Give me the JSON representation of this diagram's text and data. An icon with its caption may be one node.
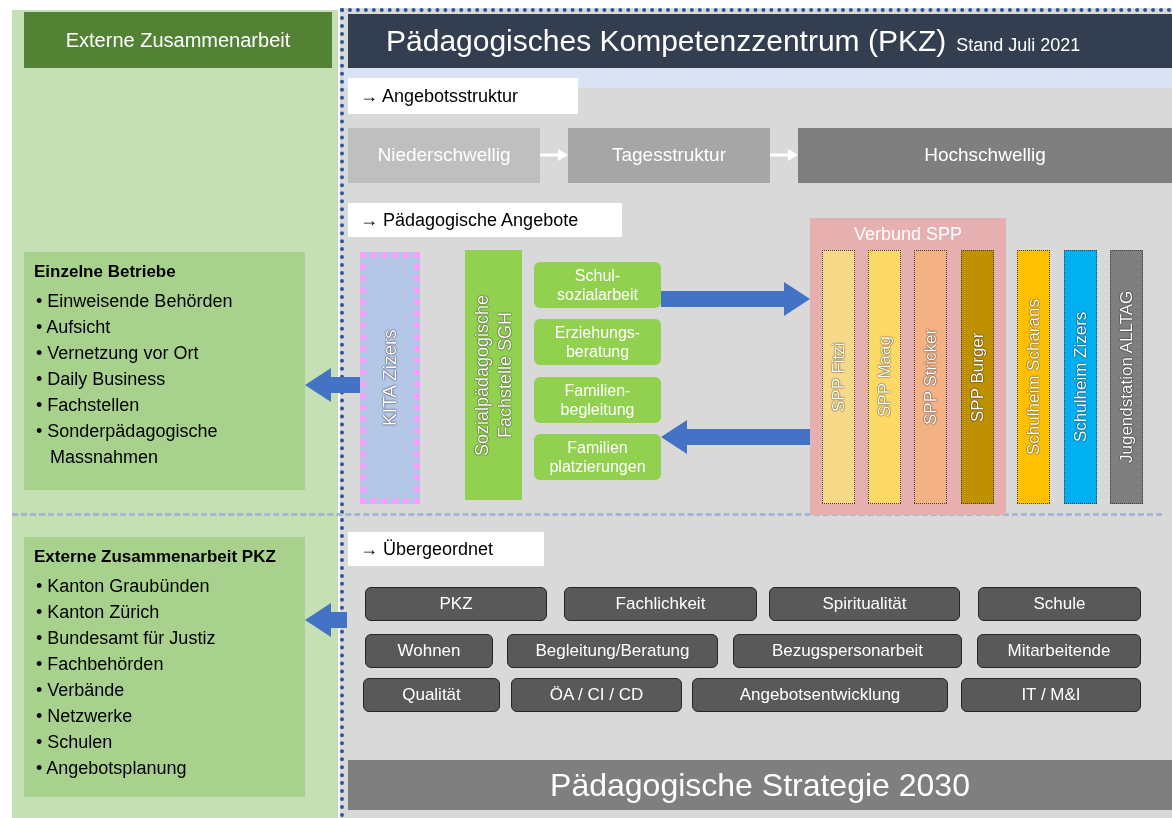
{
  "diagram": {
    "nodes": [
      {
        "text": [
          "Externe Zusammenarbeit"
        ]
      },
      {
        "text": [
          "Pädagogisches Kompetenzzentrum (PKZ)",
          "Stand Juli 2021"
        ]
      },
      {
        "text": [
          "→ Angebotsstruktur"
        ]
      },
      {
        "text": [
          "Niederschwellig"
        ]
      },
      {
        "text": [
          "Tagesstruktur"
        ]
      },
      {
        "text": [
          "Hochschwellig"
        ]
      },
      {
        "text": [
          "→ Pädagogische Angebote"
        ]
      },
      {
        "text": [
          "Einzelne Betriebe",
          "• Einweisende Behörden",
          "• Aufsicht",
          "• Vernetzung vor Ort",
          "• Daily Business",
          "• Fachstellen",
          "• Sonderpädagogische Massnahmen"
        ]
      },
      {
        "text": [
          "KITA Zizers"
        ]
      },
      {
        "text": [
          "Sozialpädagogische Fachstelle SGH"
        ]
      },
      {
        "text": [
          "Schul- sozialarbeit"
        ]
      },
      {
        "text": [
          "Erziehungs- beratung"
        ]
      },
      {
        "text": [
          "Familien- begleitung"
        ]
      },
      {
        "text": [
          "Familien platzierungen"
        ]
      },
      {
        "text": [
          "Verbund SPP"
        ]
      },
      {
        "text": [
          "SPP Fitzi"
        ],
        "in": 14
      },
      {
        "text": [
          "SPP Maag"
        ],
        "in": 14
      },
      {
        "text": [
          "SPP Stricker"
        ],
        "in": 14
      },
      {
        "text": [
          "SPP Burger"
        ],
        "in": 14
      },
      {
        "text": [
          "Schulheim Scharans"
        ]
      },
      {
        "text": [
          "Schulheim Zizers"
        ]
      },
      {
        "text": [
          "Jugendstation ALLTAG"
        ]
      },
      {
        "text": [
          "Externe Zusammenarbeit PKZ",
          "• Kanton Graubünden",
          "• Kanton Zürich",
          "• Bundesamt für Justiz",
          "• Fachbehörden",
          "• Verbände",
          "• Netzwerke",
          "• Schulen",
          "• Angebotsplanung"
        ]
      },
      {
        "text": [
          "→ Übergeordnet"
        ]
      },
      {
        "text": [
          "PKZ"
        ]
      },
      {
        "text": [
          "Fachlichkeit"
        ]
      },
      {
        "text": [
          "Spiritualität"
        ]
      },
      {
        "text": [
          "Schule"
        ]
      },
      {
        "text": [
          "Wohnen"
        ]
      },
      {
        "text": [
          "Begleitung/Beratung"
        ]
      },
      {
        "text": [
          "Bezugspersonarbeit"
        ]
      },
      {
        "text": [
          "Mitarbeitende"
        ]
      },
      {
        "text": [
          "Qualität"
        ]
      },
      {
        "text": [
          "ÖA / CI / CD"
        ]
      },
      {
        "text": [
          "Angebotsentwicklung"
        ]
      },
      {
        "text": [
          "IT / M&I"
        ]
      },
      {
        "text": [
          "Pädagogische Strategie 2030"
        ]
      }
    ],
    "edges": [
      {
        "from": 3,
        "to": 4,
        "arrow": "to",
        "color": "#ffffff"
      },
      {
        "from": 4,
        "to": 5,
        "arrow": "to",
        "color": "#ffffff"
      },
      {
        "from": 10,
        "to": 14,
        "arrow": "to"
      },
      {
        "from": 14,
        "to": 13,
        "arrow": "to"
      },
      {
        "from": 8,
        "to": 7,
        "arrow": "to"
      },
      {
        "from": null,
        "to": 22,
        "arrow": "to"
      }
    ]
  }
}
